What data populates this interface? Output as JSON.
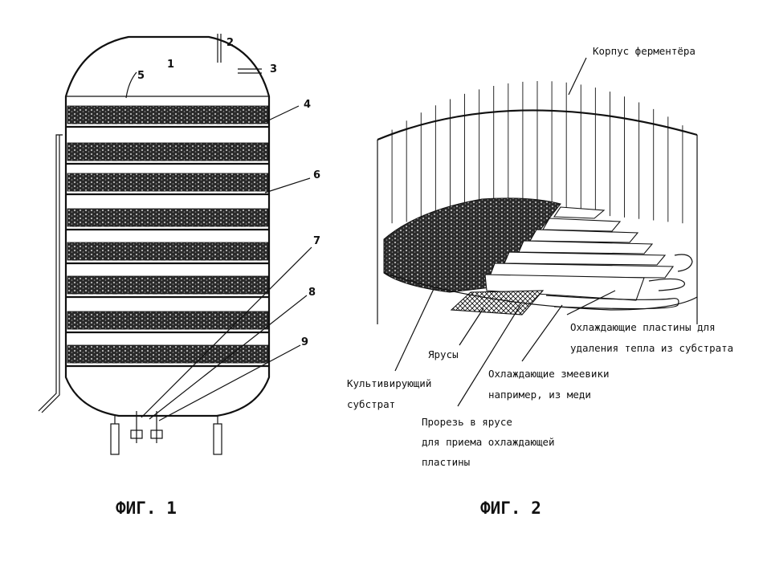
{
  "fig1": {
    "caption": "ФИГ. 1",
    "numbers": [
      "1",
      "2",
      "3",
      "4",
      "5",
      "6",
      "7",
      "8",
      "9"
    ]
  },
  "fig2": {
    "caption": "ФИГ. 2",
    "labels": {
      "body": "Корпус ферментёра",
      "plates": [
        "Охлаждающие пластины для",
        "удаления тепла из субстрата"
      ],
      "tiers": "Ярусы",
      "substrate": [
        "Культивирующий",
        "субстрат"
      ],
      "coils": [
        "Охлаждающие змеевики",
        "например, из меди"
      ],
      "slot": [
        "Прорезь в ярусе",
        "для приема охлаждающей",
        "пластины"
      ]
    }
  }
}
